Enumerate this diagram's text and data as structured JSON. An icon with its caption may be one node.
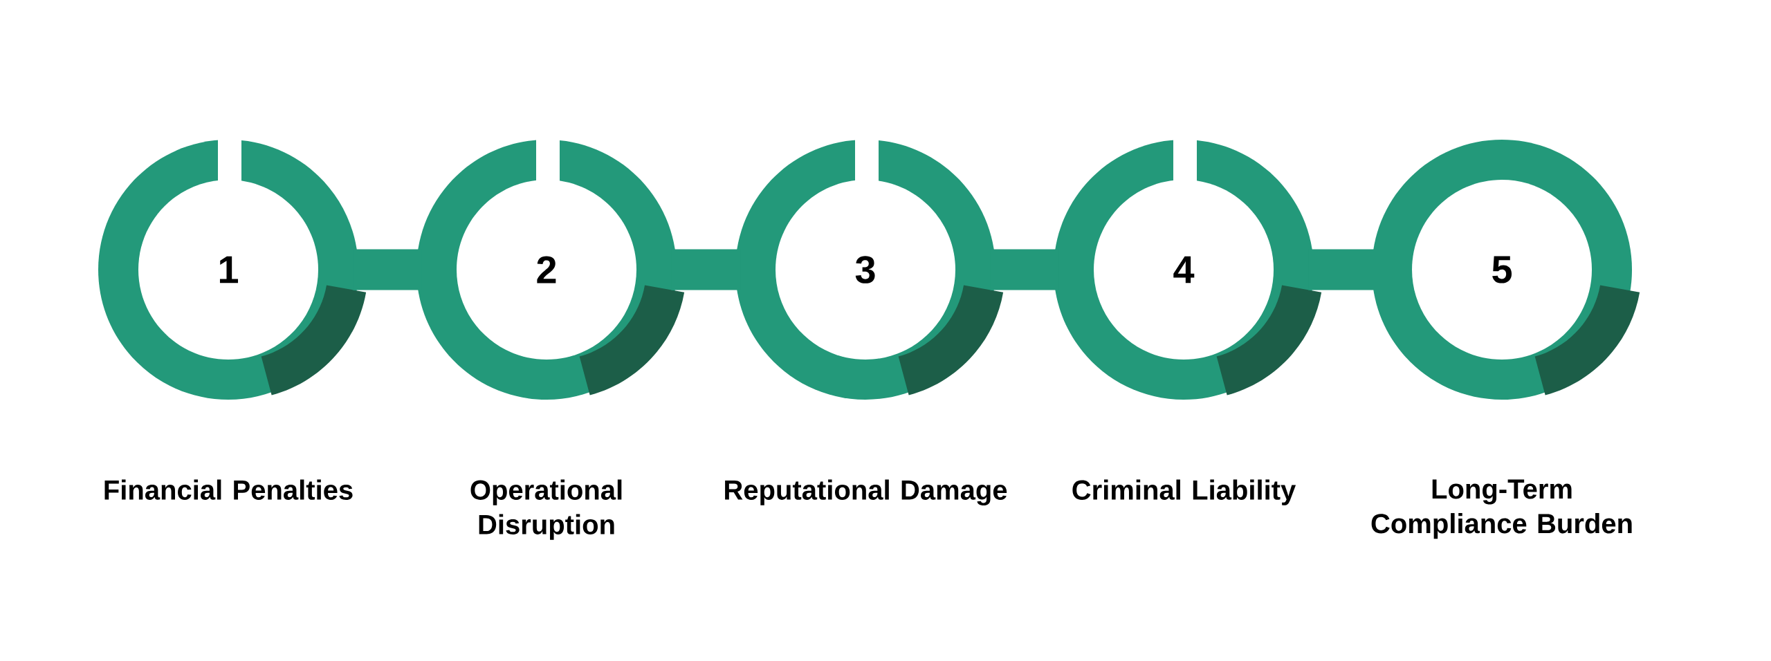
{
  "diagram": {
    "nodes": [
      {
        "text": [
          "1"
        ],
        "beside": [
          "Financial Penalties"
        ]
      },
      {
        "text": [
          "2"
        ],
        "beside": [
          "Operational Disruption"
        ]
      },
      {
        "text": [
          "3"
        ],
        "beside": [
          "Reputational Damage"
        ]
      },
      {
        "text": [
          "4"
        ],
        "beside": [
          "Criminal Liability"
        ]
      },
      {
        "text": [
          "5"
        ],
        "beside": [
          "Long-Term Compliance Burden"
        ]
      }
    ],
    "edges": [
      {
        "from": 0,
        "to": 1,
        "arrow": "none"
      },
      {
        "from": 1,
        "to": 2,
        "arrow": "none"
      },
      {
        "from": 2,
        "to": 3,
        "arrow": "none"
      },
      {
        "from": 3,
        "to": 4,
        "arrow": "none"
      }
    ]
  }
}
